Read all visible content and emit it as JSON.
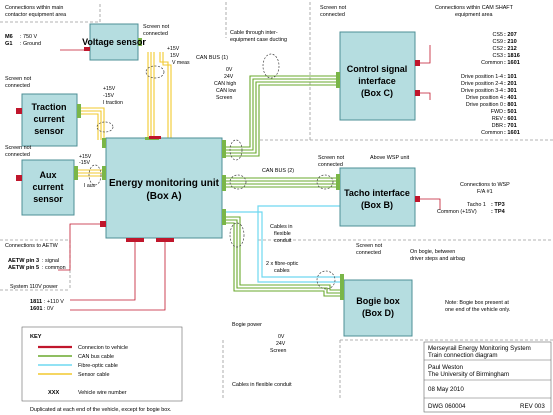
{
  "colors": {
    "box_fill": "#b5dde0",
    "box_stroke": "#4d8f96",
    "connector": "#c0162c",
    "can_bus": "#6aa82d",
    "fibre_optic": "#6fd8f0",
    "sensor_cable": "#f2c92e",
    "connector_green": "#7ab648"
  },
  "boxes": {
    "voltage_sensor": "Voltage sensor",
    "traction_1": "Traction",
    "traction_2": "current",
    "traction_3": "sensor",
    "aux_1": "Aux",
    "aux_2": "current",
    "aux_3": "sensor",
    "emu_1": "Energy monitoring unit",
    "emu_2": "(Box A)",
    "control_1": "Control signal",
    "control_2": "interface",
    "control_3": "(Box C)",
    "tacho_1": "Tacho interface",
    "tacho_2": "(Box B)",
    "bogie_1": "Bogie box",
    "bogie_2": "(Box D)"
  },
  "labels": {
    "main_contactor_1": "Connections within main",
    "main_contactor_2": "contactor equipment area",
    "m6": "M6",
    "m6_val": ": 750 V",
    "g1": "G1",
    "g1_val": ": Ground",
    "screen_nc_a_1": "Screen not",
    "screen_nc_a_2": "connected",
    "vs_p15": "+15V",
    "vs_15": "15V",
    "vs_vmeas": "V meas",
    "screen_nc_b_1": "Screen not",
    "screen_nc_b_2": "connected",
    "tr_p15": "+15V",
    "tr_m15": "-15V",
    "tr_itr": "I traction",
    "screen_nc_c_1": "Screen not",
    "screen_nc_c_2": "connected",
    "aux_p15": "+15V",
    "aux_m15": "-15V",
    "aux_iaux": "I aux",
    "aetw_head": "Connections to AETW",
    "aetw_3a": "AETW pin 3",
    "aetw_3b": ": signal",
    "aetw_5a": "AETW pin 5",
    "aetw_5b": ": common",
    "sys110": "System 110V power",
    "p1811": "1811",
    "p1811_v": ": +110 V",
    "p1601": "1601",
    "p1601_v": ": 0V",
    "cable_thru_1": "Cable through inter-",
    "cable_thru_2": "equipment case ducting",
    "canbus1": "CAN BUS (1)",
    "c_0v": "0V",
    "c_24v": "24V",
    "c_canh": "CAN high",
    "c_canl": "CAN low",
    "c_screen": "Screen",
    "screen_nc_d_1": "Screen not",
    "screen_nc_d_2": "connected",
    "camshaft_1": "Connections within CAM SHAFT",
    "camshaft_2": "equipment area",
    "above_wsp": "Above WSP unit",
    "screen_nc_e_1": "Screen not",
    "screen_nc_e_2": "connected",
    "canbus2": "CAN BUS (2)",
    "wsp_1": "Connections to WSP",
    "wsp_2": "F/A #1",
    "tacho1a": "Tacho 1",
    "tacho1b": ": TP3",
    "common_a": "Common (+15V)",
    "common_b": ": TP4",
    "flex_1": "Cables in",
    "flex_2": "flexible",
    "flex_3": "conduit",
    "fibre_1": "2 x fibre-optic",
    "fibre_2": "cables",
    "screen_nc_f_1": "Screen not",
    "screen_nc_f_2": "connected",
    "onbogie_1": "On bogie, between",
    "onbogie_2": "driver steps and airbag",
    "note_1": "Note: Bogie box present at",
    "note_2": "one end of the vehicle only.",
    "bogie_power": "Bogie power",
    "bp_0v": "0V",
    "bp_24v": "24V",
    "bp_screen": "Screen",
    "flex_bottom": "Cables in flexible conduit",
    "duplicated": "Duplicated at each end of the vehicle, except for bogie box."
  },
  "control_signals": [
    {
      "name": "CS5",
      "val": ": 207"
    },
    {
      "name": "CS9",
      "val": ": 210"
    },
    {
      "name": "CS2",
      "val": ": 212"
    },
    {
      "name": "CS3",
      "val": ": 1816"
    },
    {
      "name": "Common",
      "val": ": 1601"
    },
    {
      "name": "",
      "val": ""
    },
    {
      "name": "Drive position 1-4",
      "val": ": 101"
    },
    {
      "name": "Drive position 2-4",
      "val": ": 201"
    },
    {
      "name": "Drive position 3-4",
      "val": ": 301"
    },
    {
      "name": "Drive position 4",
      "val": ": 401"
    },
    {
      "name": "Drive position 0",
      "val": ": 801"
    },
    {
      "name": "FWD",
      "val": ": 501"
    },
    {
      "name": "REV",
      "val": ": 601"
    },
    {
      "name": "DBR",
      "val": ": 701"
    },
    {
      "name": "Common",
      "val": ": 1601"
    }
  ],
  "key": {
    "title": "KEY",
    "items": [
      {
        "label": "Connecion to vehicle",
        "kind": "connector"
      },
      {
        "label": "CAN bus cable",
        "kind": "can_bus"
      },
      {
        "label": "Fibre-optic cable",
        "kind": "fibre_optic"
      },
      {
        "label": "Sensor cable",
        "kind": "sensor_cable"
      }
    ],
    "wire_sym": "XXX",
    "wire_label": "Vehicle wire number"
  },
  "title_block": {
    "line1": "Merseyrail Energy Monitoring System",
    "line2": "Train connection diagram",
    "author": "Paul Weston",
    "org": "The University of Birmingham",
    "date": "08 May 2010",
    "dwg": "DWG 060004",
    "rev": "REV 003"
  }
}
